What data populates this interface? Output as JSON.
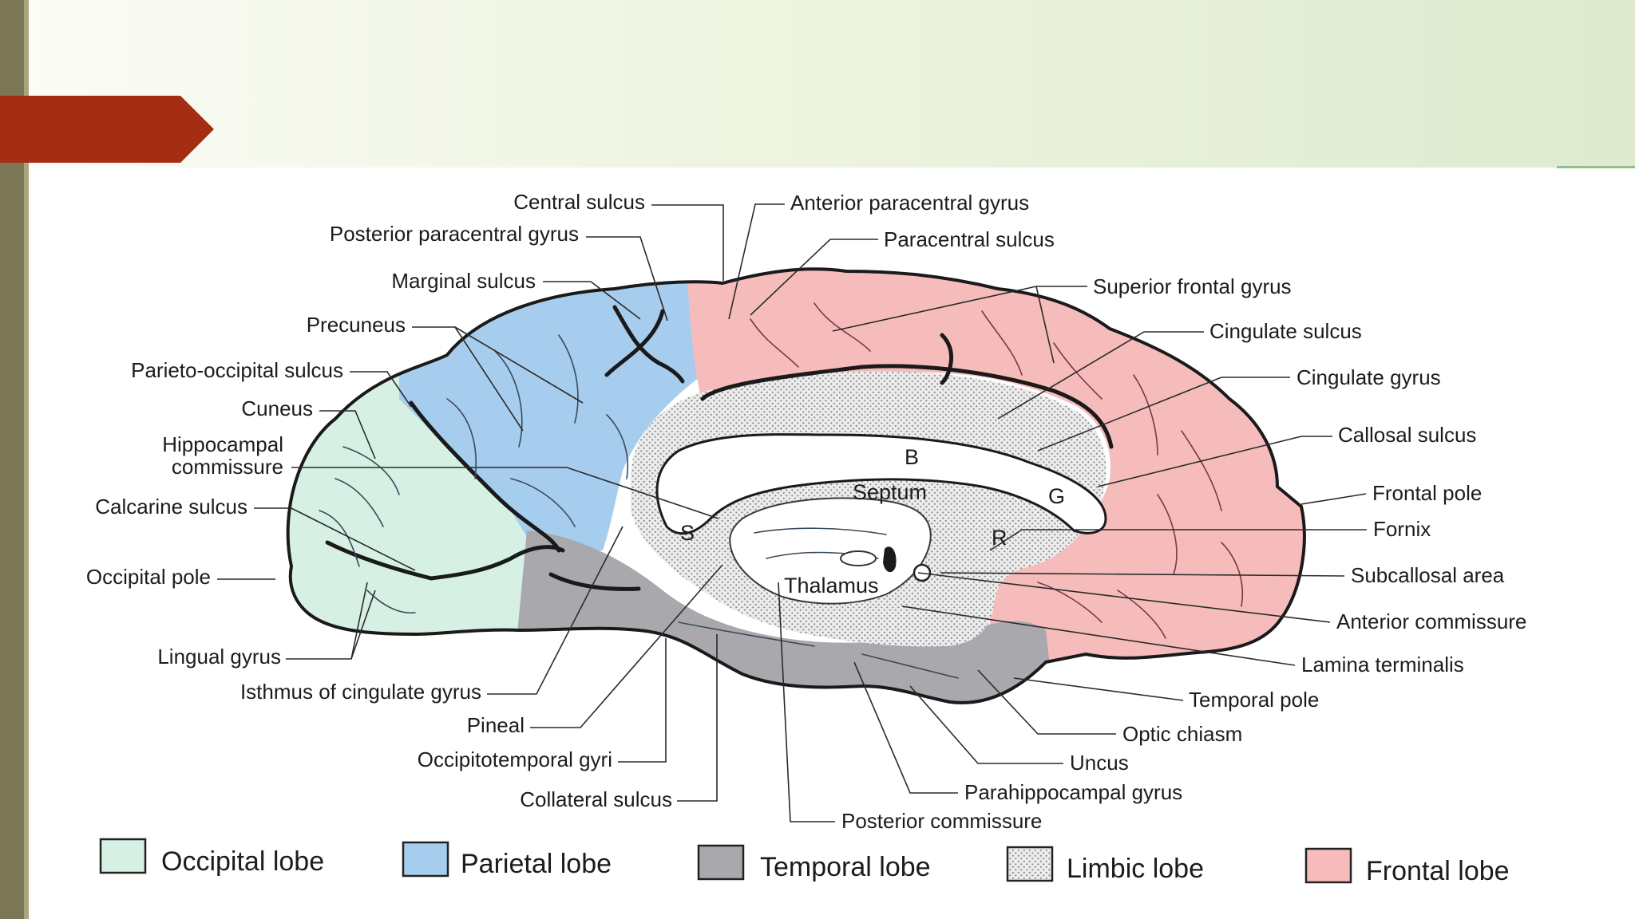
{
  "colors": {
    "occipital": "#d6f0e4",
    "parietal": "#a7cdee",
    "temporal": "#a9a9ad",
    "limbic": "#e4e4e4",
    "frontal": "#f6bcbc",
    "title_arrow": "#a52d13",
    "side_bar": "#7a7656"
  },
  "diagram": {
    "inner_labels": {
      "b": "B",
      "septum": "Septum",
      "g": "G",
      "s": "S",
      "r": "R",
      "thalamus": "Thalamus"
    },
    "labels_left": [
      "Central sulcus",
      "Posterior paracentral gyrus",
      "Marginal sulcus",
      "Precuneus",
      "Parieto-occipital sulcus",
      "Cuneus",
      "Hippocampal",
      "commissure",
      "Calcarine sulcus",
      "Occipital pole",
      "Lingual gyrus",
      "Isthmus of cingulate gyrus",
      "Pineal",
      "Occipitotemporal gyri",
      "Collateral sulcus"
    ],
    "labels_right": [
      "Anterior paracentral gyrus",
      "Paracentral sulcus",
      "Superior frontal gyrus",
      "Cingulate sulcus",
      "Cingulate gyrus",
      "Callosal sulcus",
      "Frontal pole",
      "Fornix",
      "Subcallosal area",
      "Anterior commissure",
      "Lamina terminalis",
      "Temporal pole",
      "Optic chiasm",
      "Uncus",
      "Parahippocampal gyrus",
      "Posterior commissure"
    ]
  },
  "legend": [
    {
      "label": "Occipital lobe",
      "swatch": "occipital-swatch"
    },
    {
      "label": "Parietal lobe",
      "swatch": "parietal-swatch"
    },
    {
      "label": "Temporal lobe",
      "swatch": "temporal-swatch"
    },
    {
      "label": "Limbic lobe",
      "swatch": "limbic-swatch"
    },
    {
      "label": "Frontal lobe",
      "swatch": "frontal-swatch"
    }
  ]
}
